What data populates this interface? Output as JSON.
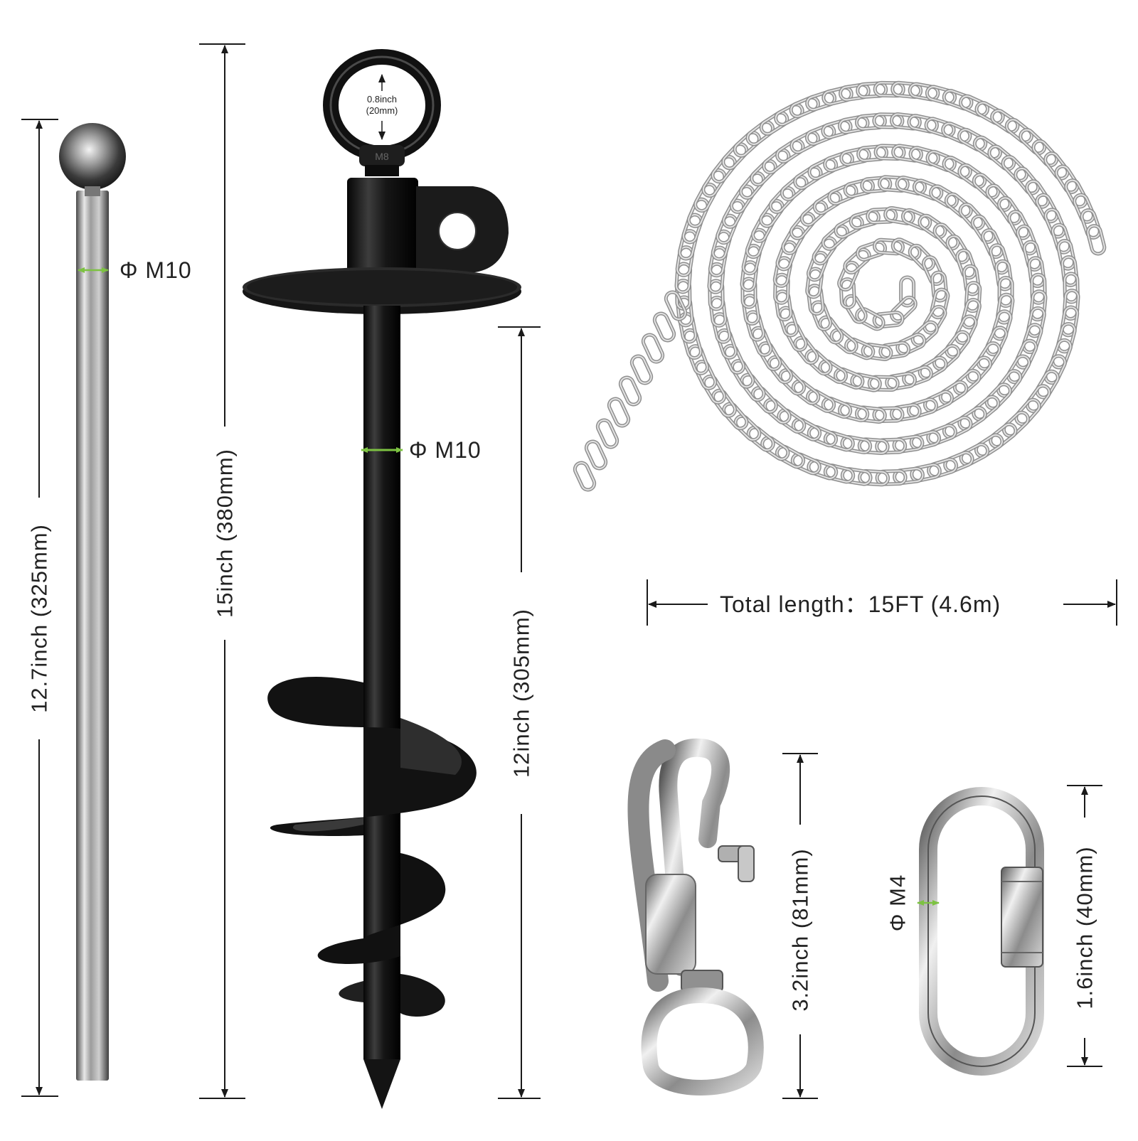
{
  "colors": {
    "background": "#ffffff",
    "dimension_line": "#1a1a1a",
    "accent_arrow": "#7dc242",
    "label_text": "#222222",
    "black_steel": "#141414",
    "chrome": "#9a9a9a"
  },
  "items": {
    "tie_out_rod": {
      "length_label": "12.7inch (325mm)",
      "diameter_label": "Φ M10",
      "icon": "ball-top-rod-icon"
    },
    "ground_anchor": {
      "total_length_label": "15inch (380mm)",
      "screw_length_label": "12inch (305mm)",
      "diameter_label": "Φ M10",
      "ring_inner_label_1": "0.8inch",
      "ring_inner_label_2": "(20mm)",
      "ring_stamp": "M8",
      "icon": "spiral-ground-anchor-icon"
    },
    "chain": {
      "length_label": "Total length：15FT (4.6m)",
      "icon": "coiled-chain-icon"
    },
    "snap_hook": {
      "length_label": "3.2inch (81mm)",
      "icon": "swivel-snap-hook-icon"
    },
    "quick_link": {
      "length_label": "1.6inch (40mm)",
      "diameter_label": "Φ M4",
      "icon": "quick-link-icon"
    }
  }
}
